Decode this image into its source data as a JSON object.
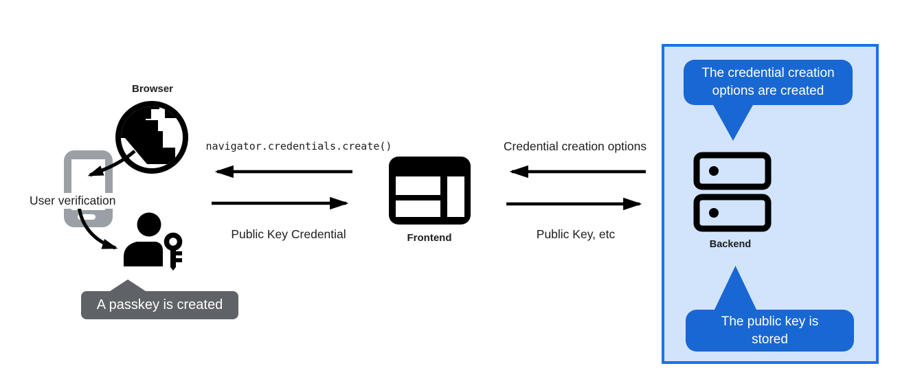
{
  "diagram": {
    "browser": {
      "icon": "globe-icon",
      "label": "Browser",
      "device_icon": "smartphone-icon",
      "user_verification_label": "User verification",
      "user_icon": "person-with-key-icon",
      "tooltip": "A passkey is created"
    },
    "frontend": {
      "icon": "browser-window-icon",
      "label": "Frontend"
    },
    "backend": {
      "icon": "server-stack-icon",
      "label": "Backend",
      "tooltip_top": {
        "lines": [
          "The credential creation",
          "options are created"
        ]
      },
      "tooltip_bottom": {
        "lines": [
          "The public key is",
          "stored"
        ]
      }
    },
    "messages": {
      "frontend_to_browser": "navigator.credentials.create()",
      "browser_to_frontend": "Public Key Credential",
      "backend_to_frontend": "Credential creation options",
      "frontend_to_backend": "Public Key, etc"
    },
    "colors": {
      "panel_fill": "#d2e3fc",
      "panel_border": "#1a73e8",
      "blue_tooltip": "#1967d2",
      "gray_tooltip": "#5f6368",
      "phone_gray": "#9aa0a6",
      "ink": "#000000",
      "background": "#ffffff"
    }
  }
}
